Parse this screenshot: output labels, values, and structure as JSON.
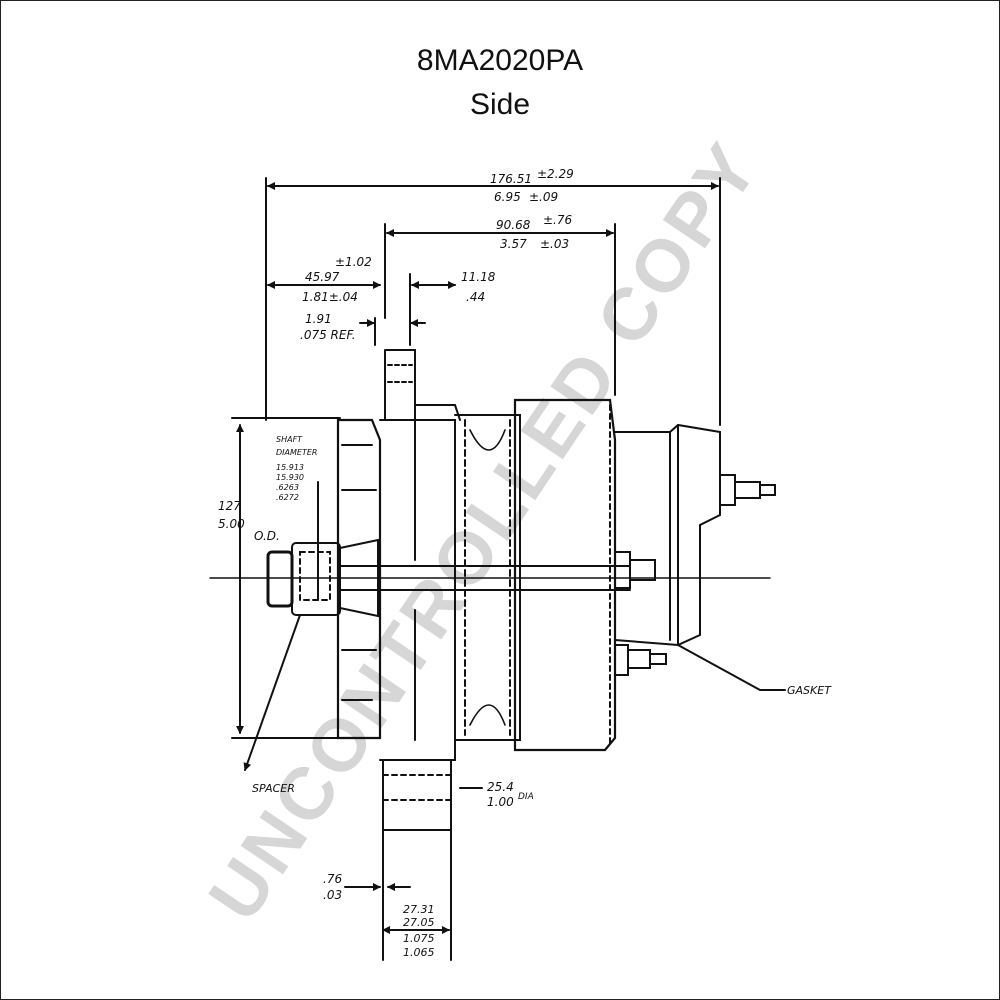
{
  "title": "8MA2020PA",
  "subtitle": "Side",
  "watermark": "UNCONTROLLED COPY",
  "dimensions": {
    "overall_mm": "176.51",
    "overall_tol_mm": "±2.29",
    "overall_in": "6.95",
    "overall_tol_in": "±.09",
    "body_mm": "90.68",
    "body_tol_mm": "±.76",
    "body_in": "3.57",
    "body_tol_in": "±.03",
    "front_tol": "±1.02",
    "front_mm": "45.97",
    "front_in": "1.81±.04",
    "ear_mm": "11.18",
    "ear_in": ".44",
    "ref_mm": "1.91",
    "ref_in": ".075 REF.",
    "od_mm": "127",
    "od_in": "5.00",
    "od_suffix": "O.D.",
    "hole_mm": "25.4",
    "hole_suffix": "DIA",
    "hole_in": "1.00",
    "gap_mm": ".76",
    "gap_in": ".03",
    "mount_l1": "27.31",
    "mount_l2": "27.05",
    "mount_l3": "1.075",
    "mount_l4": "1.065"
  },
  "shaft_label": {
    "line1": "SHAFT",
    "line2": "DIAMETER",
    "v1": "15.913",
    "v2": "15.930",
    "v3": ".6263",
    "v4": ".6272"
  },
  "labels": {
    "gasket": "GASKET",
    "spacer": "SPACER"
  }
}
